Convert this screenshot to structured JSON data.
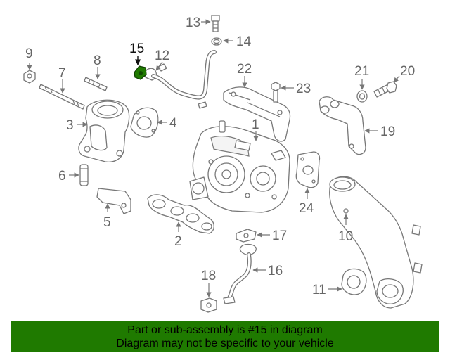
{
  "diagram": {
    "highlighted_part": "15",
    "callouts": [
      "1",
      "2",
      "3",
      "4",
      "5",
      "6",
      "7",
      "8",
      "9",
      "10",
      "11",
      "12",
      "13",
      "14",
      "15",
      "16",
      "17",
      "18",
      "19",
      "20",
      "21",
      "22",
      "23",
      "24"
    ],
    "colors": {
      "highlight": "#1f7a00",
      "line": "#777777",
      "highlight_text": "#111111",
      "callout_text": "#666666"
    }
  },
  "banner": {
    "line1": "Part or sub-assembly is #15 in diagram",
    "line2": "Diagram may not be specific to your vehicle",
    "background": "#1f7a00"
  }
}
